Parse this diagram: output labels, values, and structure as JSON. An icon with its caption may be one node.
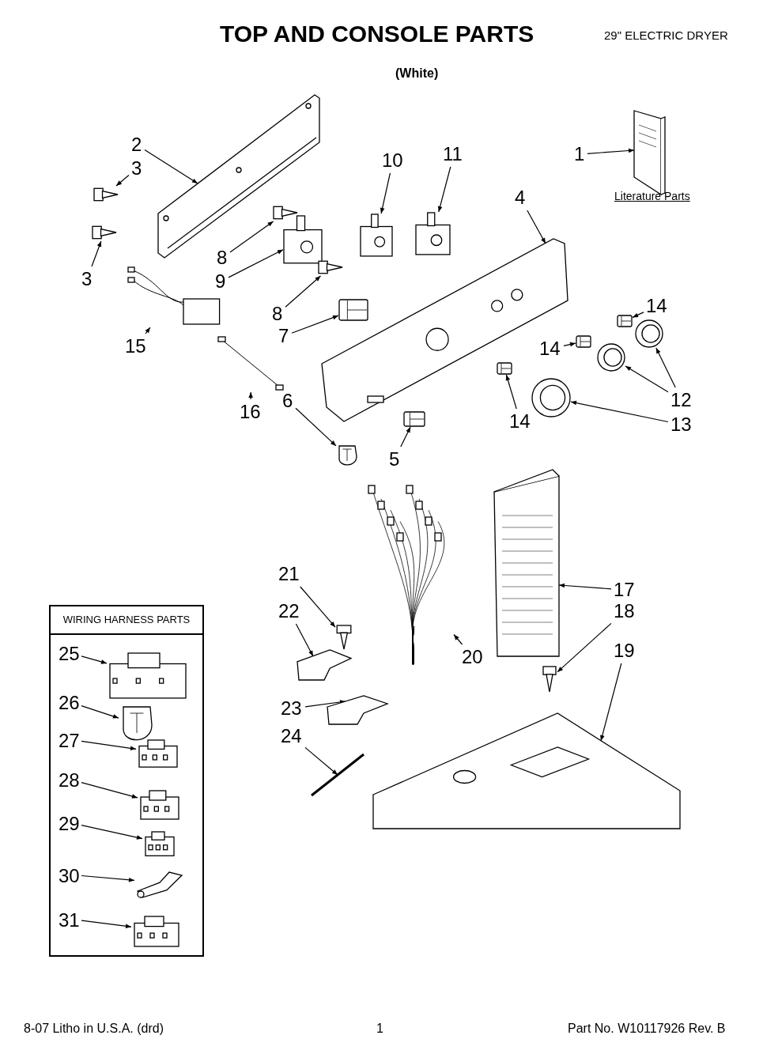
{
  "diagram": {
    "title": "TOP AND CONSOLE PARTS",
    "nodes": [
      {
        "text": [
          "2"
        ]
      },
      {
        "text": [],
        "shape": "picture"
      },
      {
        "text": [
          "3"
        ]
      },
      {
        "text": [],
        "shape": "picture"
      },
      {
        "text": [
          "3"
        ]
      },
      {
        "text": [],
        "shape": "picture"
      },
      {
        "text": [
          "10"
        ]
      },
      {
        "text": [],
        "shape": "picture"
      },
      {
        "text": [
          "11"
        ]
      },
      {
        "text": [],
        "shape": "picture"
      },
      {
        "text": [
          "1"
        ]
      },
      {
        "text": [],
        "shape": "picture"
      },
      {
        "text": [
          "4"
        ]
      },
      {
        "text": [],
        "shape": "picture"
      },
      {
        "text": [
          "8"
        ]
      },
      {
        "text": [],
        "shape": "picture"
      },
      {
        "text": [
          "9"
        ]
      },
      {
        "text": [],
        "shape": "picture"
      },
      {
        "text": [
          "8"
        ]
      },
      {
        "text": [],
        "shape": "picture"
      },
      {
        "text": [
          "7"
        ]
      },
      {
        "text": [],
        "shape": "picture"
      },
      {
        "text": [
          "15"
        ]
      },
      {
        "text": [],
        "shape": "picture"
      },
      {
        "text": [
          "16"
        ]
      },
      {
        "text": [],
        "shape": "picture"
      },
      {
        "text": [
          "6"
        ]
      },
      {
        "text": [],
        "shape": "picture"
      },
      {
        "text": [
          "5"
        ]
      },
      {
        "text": [],
        "shape": "picture"
      },
      {
        "text": [
          "14"
        ]
      },
      {
        "text": [],
        "shape": "picture"
      },
      {
        "text": [
          "14"
        ]
      },
      {
        "text": [],
        "shape": "picture"
      },
      {
        "text": [
          "14"
        ]
      },
      {
        "text": [],
        "shape": "picture"
      },
      {
        "text": [
          "12"
        ]
      },
      {
        "text": [],
        "shape": "picture"
      },
      {
        "text": [],
        "shape": "picture"
      },
      {
        "text": [
          "13"
        ]
      },
      {
        "text": [],
        "shape": "picture"
      },
      {
        "text": [
          "21"
        ]
      },
      {
        "text": [],
        "shape": "picture"
      },
      {
        "text": [
          "22"
        ]
      },
      {
        "text": [],
        "shape": "picture"
      },
      {
        "text": [
          "20"
        ]
      },
      {
        "text": [],
        "shape": "picture"
      },
      {
        "text": [
          "17"
        ]
      },
      {
        "text": [],
        "shape": "picture"
      },
      {
        "text": [
          "18"
        ]
      },
      {
        "text": [],
        "shape": "picture"
      },
      {
        "text": [
          "19"
        ]
      },
      {
        "text": [],
        "shape": "picture"
      },
      {
        "text": [
          "23"
        ]
      },
      {
        "text": [],
        "shape": "picture"
      },
      {
        "text": [
          "24"
        ]
      },
      {
        "text": [],
        "shape": "picture"
      },
      {
        "text": [
          "WIRING HARNESS PARTS"
        ]
      },
      {
        "text": [
          "25"
        ],
        "in": 57
      },
      {
        "text": [],
        "shape": "picture",
        "in": 57
      },
      {
        "text": [
          "26"
        ],
        "in": 57
      },
      {
        "text": [],
        "shape": "picture",
        "in": 57
      },
      {
        "text": [
          "27"
        ],
        "in": 57
      },
      {
        "text": [],
        "shape": "picture",
        "in": 57
      },
      {
        "text": [
          "28"
        ],
        "in": 57
      },
      {
        "text": [],
        "shape": "picture",
        "in": 57
      },
      {
        "text": [
          "29"
        ],
        "in": 57
      },
      {
        "text": [],
        "shape": "picture",
        "in": 57
      },
      {
        "text": [
          "30"
        ],
        "in": 57
      },
      {
        "text": [],
        "shape": "picture",
        "in": 57
      },
      {
        "text": [
          "31"
        ],
        "in": 57
      },
      {
        "text": [],
        "shape": "picture",
        "in": 57
      }
    ],
    "edges": [
      {
        "from": 0,
        "to": 1,
        "arrow": "to"
      },
      {
        "from": 2,
        "to": 3,
        "arrow": "to"
      },
      {
        "from": 4,
        "to": 5,
        "arrow": "to"
      },
      {
        "from": 6,
        "to": 7,
        "arrow": "to"
      },
      {
        "from": 8,
        "to": 9,
        "arrow": "to"
      },
      {
        "from": 10,
        "to": 11,
        "arrow": "to"
      },
      {
        "from": 12,
        "to": 13,
        "arrow": "to"
      },
      {
        "from": 14,
        "to": 15,
        "arrow": "to"
      },
      {
        "from": 16,
        "to": 17,
        "arrow": "to"
      },
      {
        "from": 18,
        "to": 19,
        "arrow": "to"
      },
      {
        "from": 20,
        "to": 21,
        "arrow": "to"
      },
      {
        "from": 22,
        "to": 23,
        "arrow": "to"
      },
      {
        "from": 24,
        "to": 25,
        "arrow": "to"
      },
      {
        "from": 26,
        "to": 27,
        "arrow": "to"
      },
      {
        "from": 28,
        "to": 29,
        "arrow": "to"
      },
      {
        "from": 30,
        "to": 31,
        "arrow": "to"
      },
      {
        "from": 32,
        "to": 33,
        "arrow": "to"
      },
      {
        "from": 34,
        "to": 35,
        "arrow": "to"
      },
      {
        "from": 36,
        "to": 37,
        "arrow": "to"
      },
      {
        "from": 36,
        "to": 38,
        "arrow": "to"
      },
      {
        "from": 39,
        "to": 40,
        "arrow": "to"
      },
      {
        "from": 41,
        "to": 42,
        "arrow": "to"
      },
      {
        "from": 43,
        "to": 44,
        "arrow": "to"
      },
      {
        "from": 45,
        "to": 46,
        "arrow": "to"
      },
      {
        "from": 47,
        "to": 48,
        "arrow": "to"
      },
      {
        "from": 49,
        "to": 50,
        "arrow": "to"
      },
      {
        "from": 51,
        "to": 52,
        "arrow": "to"
      },
      {
        "from": 53,
        "to": 54,
        "arrow": "to"
      },
      {
        "from": 55,
        "to": 56,
        "arrow": "to"
      },
      {
        "from": 58,
        "to": 59,
        "arrow": "to"
      },
      {
        "from": 60,
        "to": 61,
        "arrow": "to"
      },
      {
        "from": 62,
        "to": 63,
        "arrow": "to"
      },
      {
        "from": 64,
        "to": 65,
        "arrow": "to"
      },
      {
        "from": 66,
        "to": 67,
        "arrow": "to"
      },
      {
        "from": 68,
        "to": 69,
        "arrow": "to"
      },
      {
        "from": 70,
        "to": 71,
        "arrow": "to"
      }
    ],
    "labels": [
      "29\" ELECTRIC DRYER",
      "(White)",
      "Literature Parts",
      "8-07 Litho in U.S.A. (drd)",
      "1",
      "Part No. W10117926 Rev. B"
    ]
  }
}
